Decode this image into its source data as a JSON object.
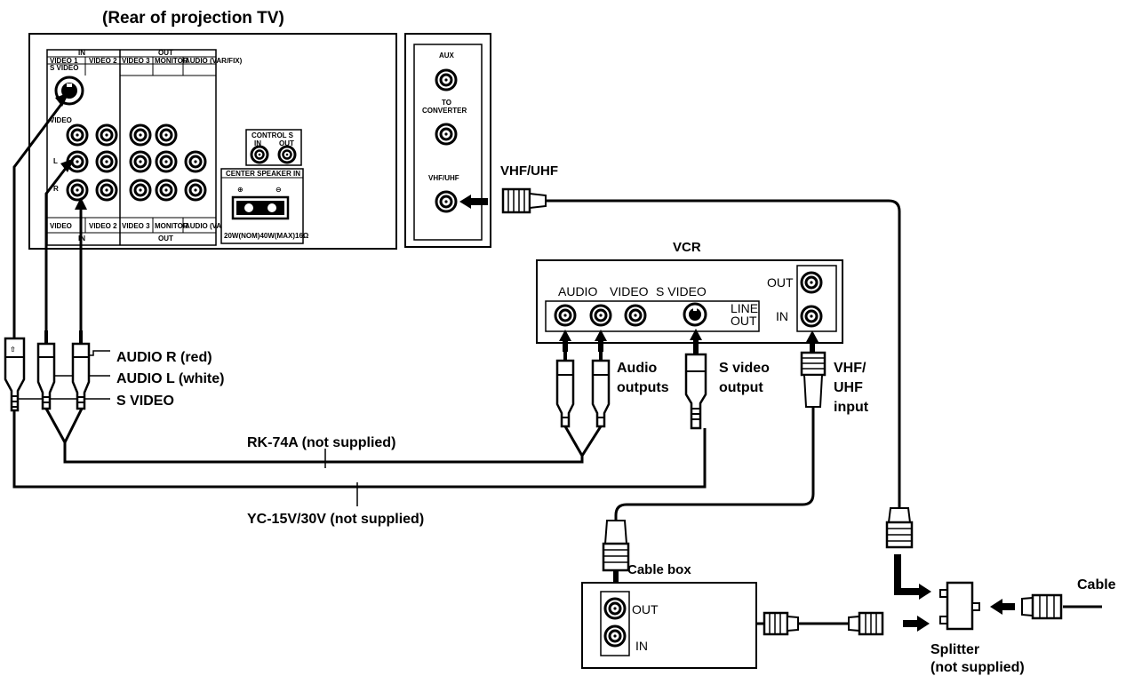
{
  "tv": {
    "title": "(Rear of projection TV)",
    "in_label": "IN",
    "out_label": "OUT",
    "video1": "VIDEO 1",
    "video2": "VIDEO 2",
    "video3": "VIDEO 3",
    "monitor": "MONITOR",
    "audio_var_fix": "AUDIO (VAR/FIX)",
    "s_video": "S VIDEO",
    "video": "VIDEO",
    "l_label": "L",
    "r_label": "R",
    "control_s": "CONTROL S",
    "control_in": "IN",
    "control_out": "OUT",
    "center_speaker_in": "CENTER SPEAKER IN",
    "speaker_rating": "20W(NOM)40W(MAX)16Ω",
    "plus": "⊕",
    "minus": "⊖"
  },
  "antenna_panel": {
    "aux": "AUX",
    "to": "TO",
    "converter": "CONVERTER",
    "vhf_uhf": "VHF/UHF"
  },
  "labels": {
    "vhf_uhf": "VHF/UHF",
    "vcr": "VCR",
    "audio_r": "AUDIO R (red)",
    "audio_l": "AUDIO L (white)",
    "s_video": "S VIDEO",
    "rk74a": "RK-74A (not supplied)",
    "yc15v": "YC-15V/30V (not supplied)",
    "audio_outputs_1": "Audio",
    "audio_outputs_2": "outputs",
    "s_video_output_1": "S video",
    "s_video_output_2": "output",
    "vhf_uhf_input_1": "VHF/",
    "vhf_uhf_input_2": "UHF",
    "vhf_uhf_input_3": "input",
    "cable_box": "Cable box",
    "cable": "Cable",
    "splitter_1": "Splitter",
    "splitter_2": "(not supplied)"
  },
  "vcr": {
    "audio": "AUDIO",
    "video": "VIDEO",
    "s_video": "S VIDEO",
    "line": "LINE",
    "out": "OUT",
    "out_jack": "OUT",
    "in_jack": "IN"
  },
  "cable_box": {
    "out": "OUT",
    "in": "IN"
  }
}
